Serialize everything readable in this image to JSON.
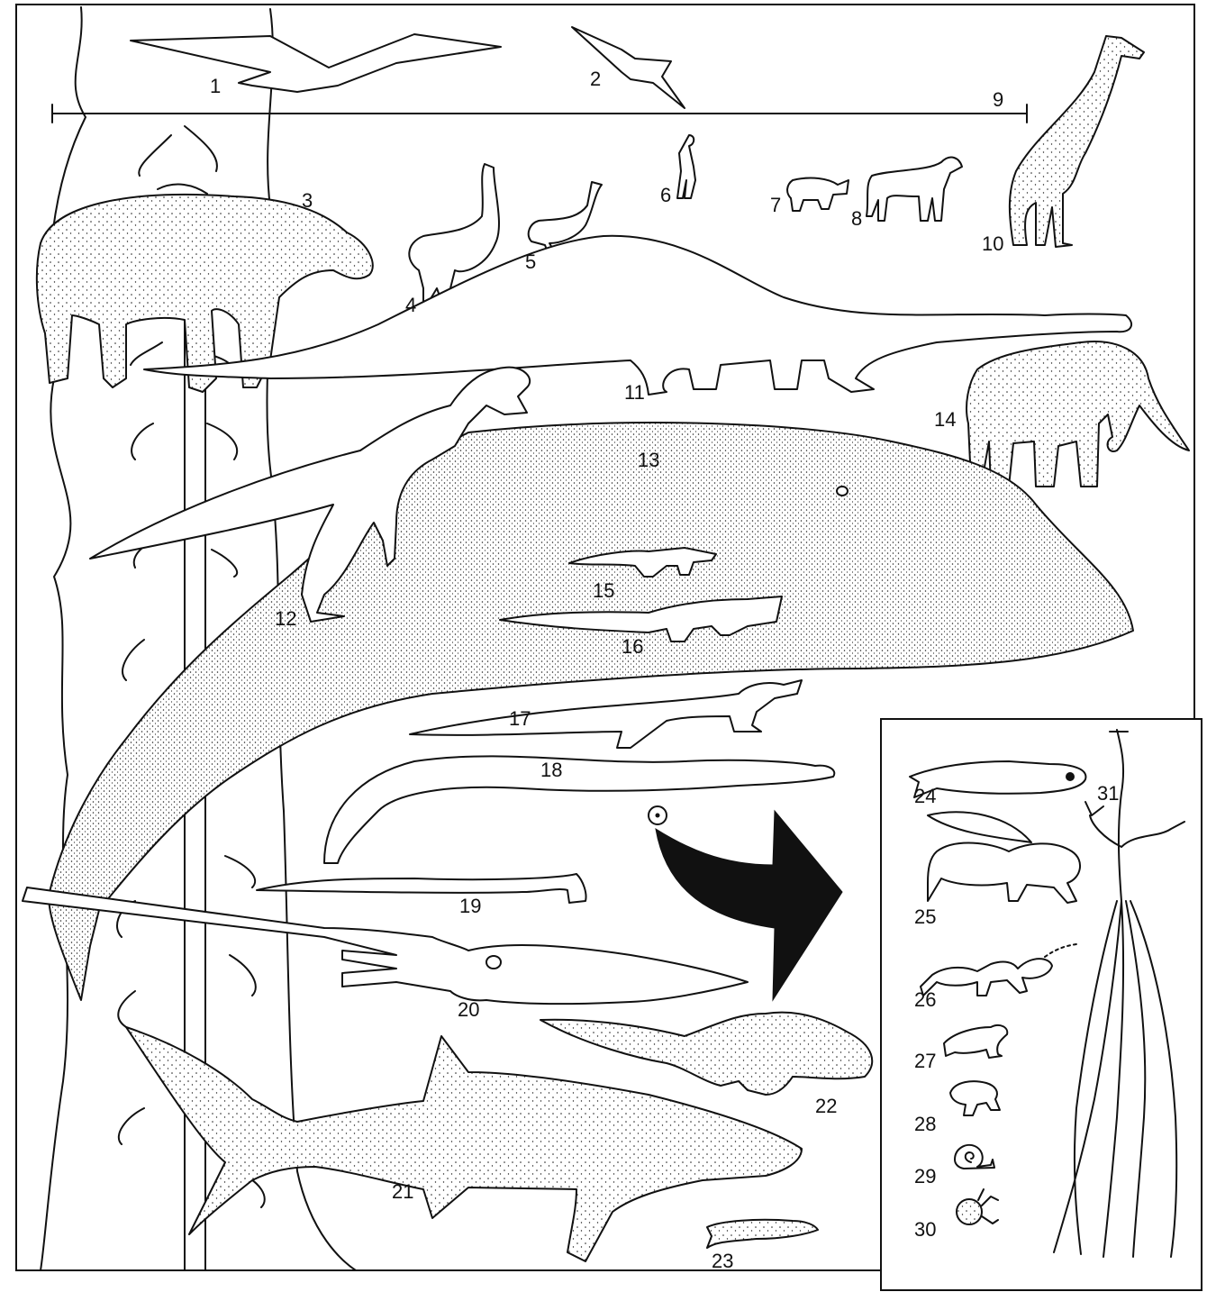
{
  "labels": {
    "n1": "1",
    "n2": "2",
    "n3": "3",
    "n4": "4",
    "n5": "5",
    "n6": "6",
    "n7": "7",
    "n8": "8",
    "n9": "9",
    "n10": "10",
    "n11": "11",
    "n12": "12",
    "n13": "13",
    "n14": "14",
    "n15": "15",
    "n16": "16",
    "n17": "17",
    "n18": "18",
    "n19": "19",
    "n20": "20",
    "n21": "21",
    "n22": "22",
    "n23": "23",
    "n24": "24",
    "n25": "25",
    "n26": "26",
    "n27": "27",
    "n28": "28",
    "n29": "29",
    "n30": "30",
    "n31": "31"
  },
  "colors": {
    "ink": "#111111",
    "paper": "#ffffff"
  },
  "icons": [
    "pterosaur-icon",
    "albatross-icon",
    "paraceratherium-icon",
    "moa-icon",
    "ostrich-icon",
    "human-icon",
    "sheep-icon",
    "horse-icon",
    "giraffe-icon",
    "sauropod-icon",
    "theropod-icon",
    "blue-whale-icon",
    "elephant-icon",
    "crocodile-icon",
    "monitor-lizard-icon",
    "snake-icon",
    "giant-squid-icon",
    "whale-shark-icon",
    "dunkleosteus-icon",
    "tree-icon",
    "fish-icon",
    "bee-icon",
    "ant-icon",
    "frog-icon",
    "flea-icon",
    "snail-icon",
    "mite-icon",
    "root-system-icon",
    "magnify-arrow-icon"
  ]
}
